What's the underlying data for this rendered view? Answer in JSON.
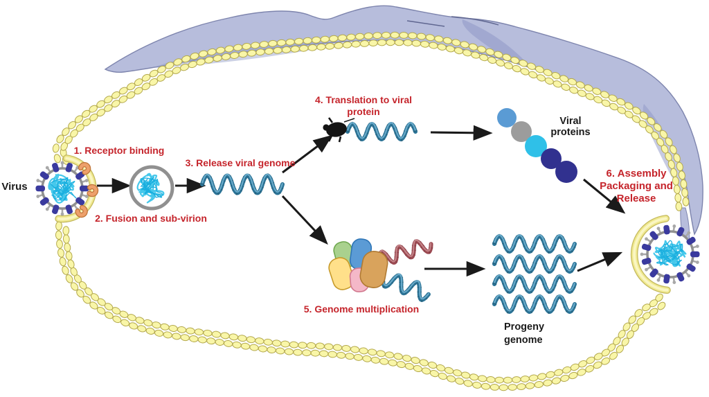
{
  "labels": {
    "virus": "Virus",
    "step1": "1. Receptor binding",
    "step2": "2. Fusion and sub-virion",
    "step3": "3. Release viral genome",
    "step4_line1": "4. Translation to viral",
    "step4_line2": "protein",
    "step5": "5. Genome multiplication",
    "step6_line1": "6. Assembly",
    "step6_line2": "Packaging and",
    "step6_line3": "Release",
    "viral_proteins_line1": "Viral",
    "viral_proteins_line2": "proteins",
    "progeny_line1": "Progeny",
    "progeny_line2": "genome"
  },
  "colors": {
    "step_text": "#c5242b",
    "black_text": "#1a1a1a",
    "background": "#ffffff",
    "cell_exterior_blob": "#b7bddc",
    "cell_exterior_shade": "#8f98c6",
    "cell_exterior_outline": "#7d84ad",
    "membrane_bead_fill": "#f9f6a8",
    "membrane_bead_stroke": "#b3a84c",
    "membrane_crescent_edge": "#c3b85c",
    "membrane_crescent": "#efe88f",
    "membrane_crescent_highlight": "#faf6c2",
    "virus_ring": "#909090",
    "virus_spike": "#3a3a9e",
    "virus_minor_spike": "#a8a8a8",
    "viral_genome": "#3cc5ea",
    "viral_genome_dark": "#18aede",
    "receptor": "#eda06b",
    "receptor_outline": "#c1763a",
    "helix_blue": "#2b7396",
    "helix_blue_light": "#6fb0cf",
    "helix_blue_tick": "#1f4e63",
    "helix_red": "#9c4a52",
    "helix_red_light": "#c98a8e",
    "helix_red_tick": "#6e2f36",
    "arrow": "#1a1a1a",
    "ribosome": "#141414",
    "viral_protein_circles": [
      "#5a9bd4",
      "#9c9c9c",
      "#2fc0e8",
      "#31318f",
      "#31318f"
    ],
    "polymerase_blobs": [
      "#a9d18e",
      "#5b9bd5",
      "#ffe08a",
      "#f4b8c8",
      "#d9a35c"
    ],
    "polymerase_outlines": [
      "#6fa84f",
      "#2e75b6",
      "#c79a2a",
      "#d2798f",
      "#b07a32"
    ]
  }
}
